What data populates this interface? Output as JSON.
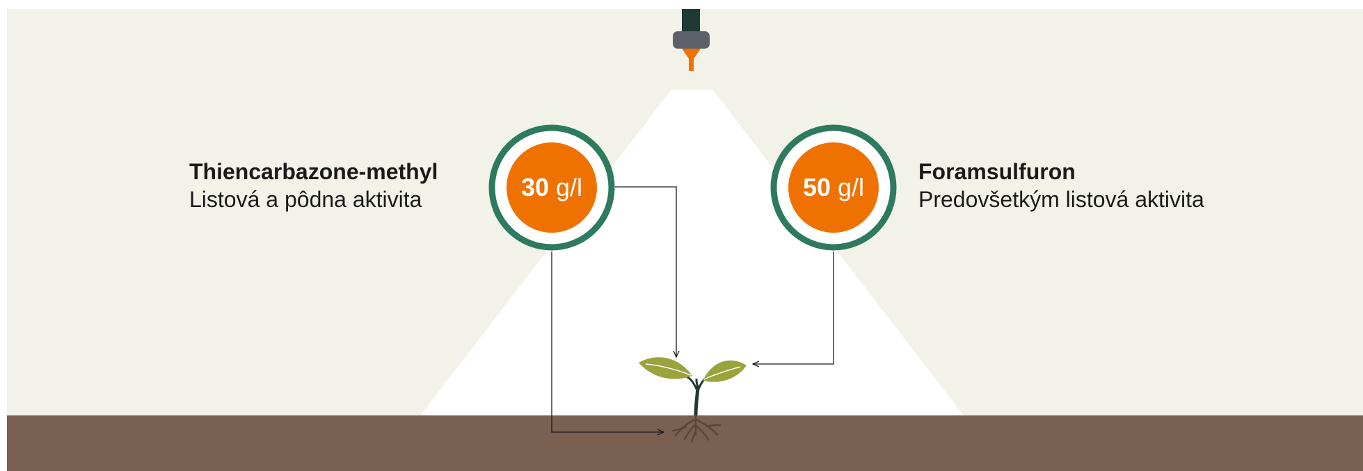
{
  "colors": {
    "background": "#f2f2e8",
    "spray_cone": "#ffffff",
    "soil": "#7a6050",
    "ring": "#2e7a5f",
    "badge_fill": "#ef7200",
    "nozzle_body": "#5b6166",
    "nozzle_stem": "#1e3a34",
    "nozzle_tip": "#ef7200",
    "leaf": "#9aa33c",
    "plant_stem": "#1e3a34",
    "roots": "#5a4638",
    "connector": "#1a1a1a"
  },
  "icons": {
    "nozzle": "spray-nozzle-icon",
    "plant": "seedling-icon",
    "roots": "roots-icon"
  },
  "left": {
    "name": "Thiencarbazone-methyl",
    "activity": "Listová a pôdna aktivita",
    "amount": "30",
    "unit": "g/l"
  },
  "right": {
    "name": "Foramsulfuron",
    "activity": "Predovšetkým listová aktivita",
    "amount": "50",
    "unit": "g/l"
  }
}
